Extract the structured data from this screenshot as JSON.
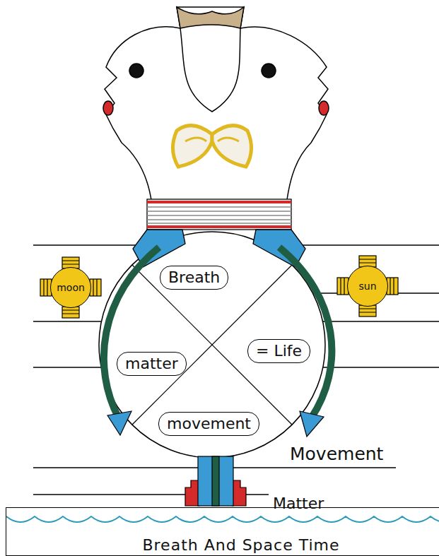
{
  "diagram": {
    "nodes": [
      {
        "text": [
          "moon"
        ]
      },
      {
        "text": [
          "Breath"
        ]
      },
      {
        "text": [
          "sun"
        ]
      },
      {
        "text": [
          "matter"
        ]
      },
      {
        "text": [
          "= Life"
        ]
      },
      {
        "text": [
          "movement"
        ]
      },
      {
        "text": [
          "Breath And Space Time"
        ]
      }
    ],
    "labels": [
      "Movement",
      "Matter"
    ]
  }
}
